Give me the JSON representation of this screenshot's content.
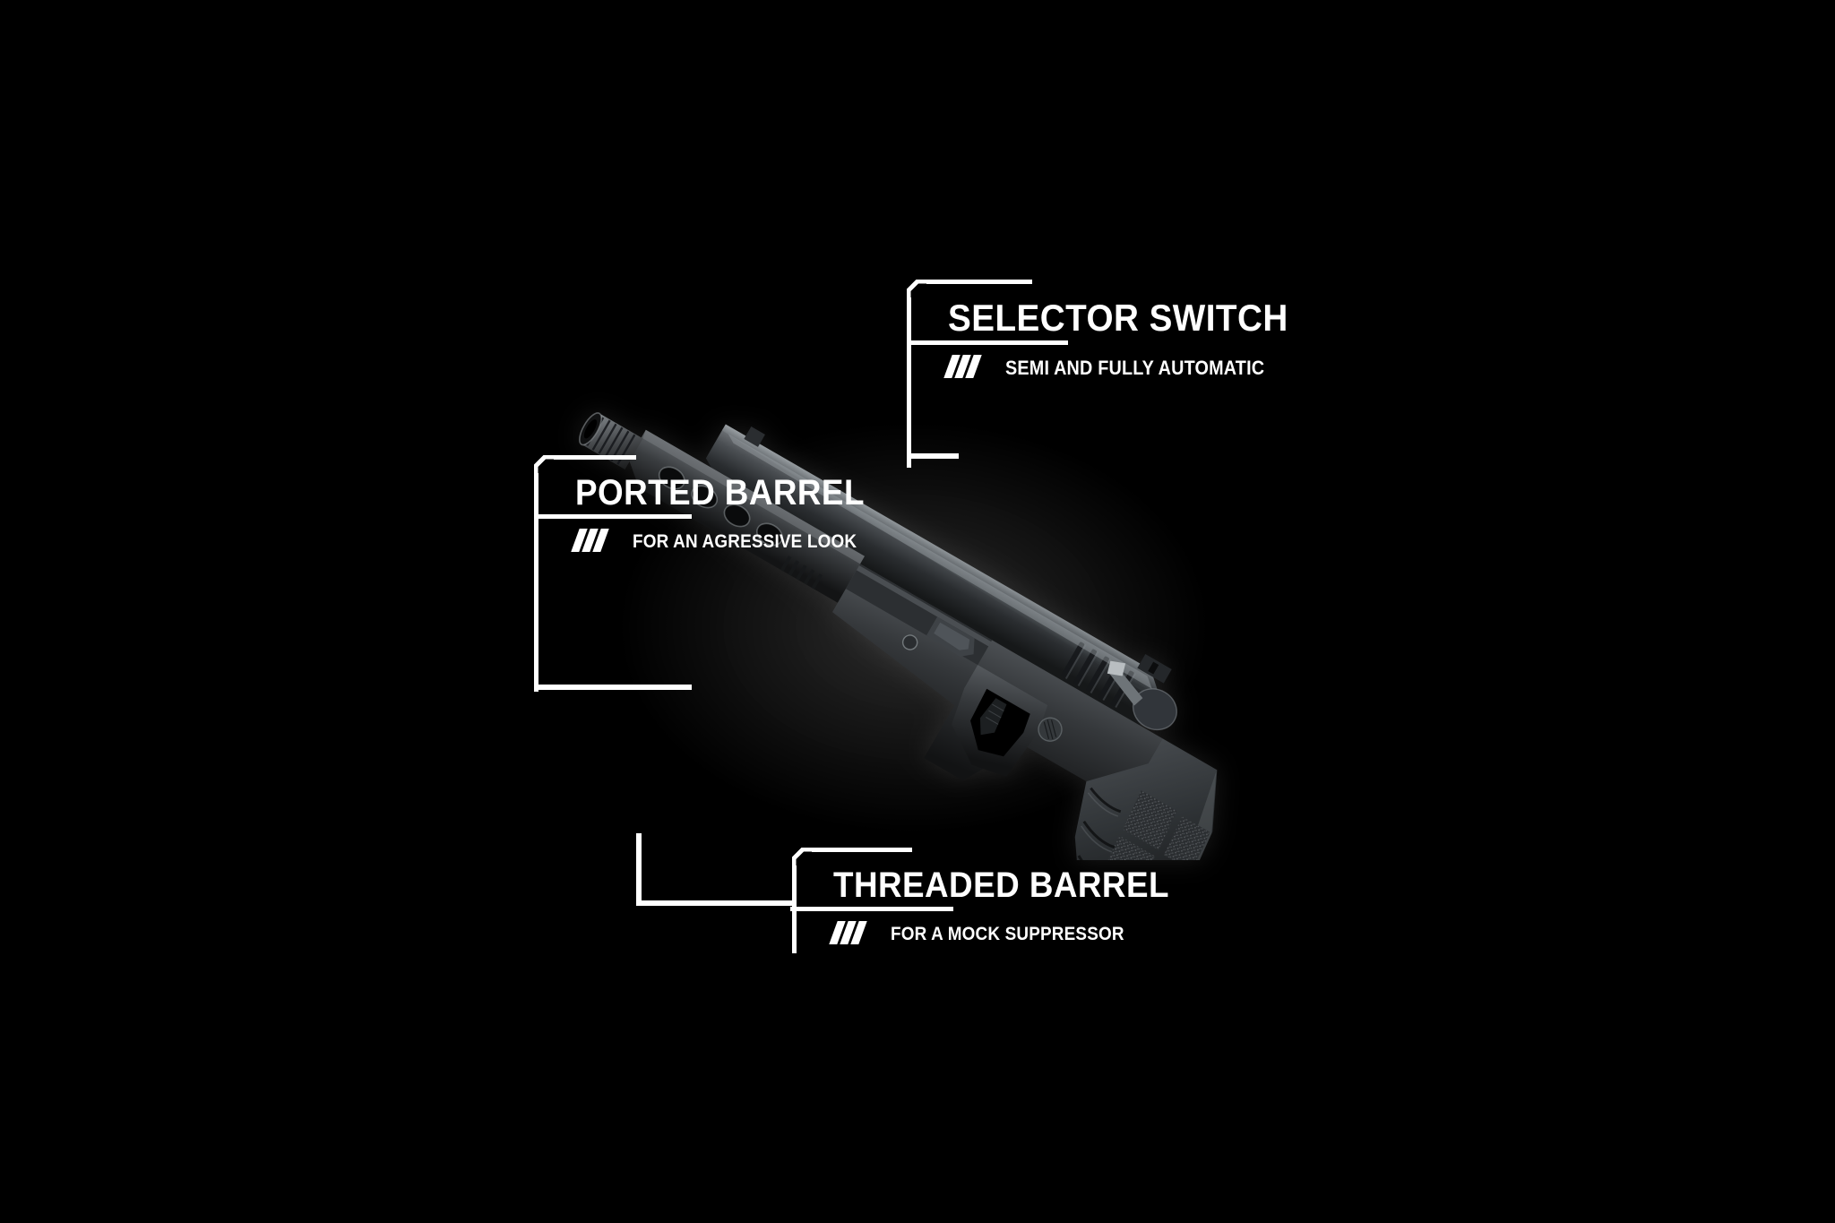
{
  "page": {
    "background_color": "#000000",
    "foreground_color": "#ffffff",
    "subject": "pistol-product-infographic"
  },
  "artwork": {
    "name": "black-polymer-pistol",
    "description": "Black semi-automatic polymer-framed pistol shown at a diagonal three-quarter angle, muzzle toward lower-left, grip toward lower-right"
  },
  "callouts": [
    {
      "id": "selector-switch",
      "title": "SELECTOR SWITCH",
      "subtitle": "SEMI AND FULLY AUTOMATIC",
      "icon": "triple-slash-icon",
      "leader": "points down-left to the rear of the slide / selector area"
    },
    {
      "id": "ported-barrel",
      "title": "PORTED BARREL",
      "subtitle": "FOR AN AGRESSIVE LOOK",
      "icon": "triple-slash-icon",
      "leader": "points right to the ported section of the slide"
    },
    {
      "id": "threaded-barrel",
      "title": "THREADED BARREL",
      "subtitle": "FOR A MOCK SUPPRESSOR",
      "icon": "triple-slash-icon",
      "leader": "points up-left to the threaded muzzle"
    }
  ]
}
